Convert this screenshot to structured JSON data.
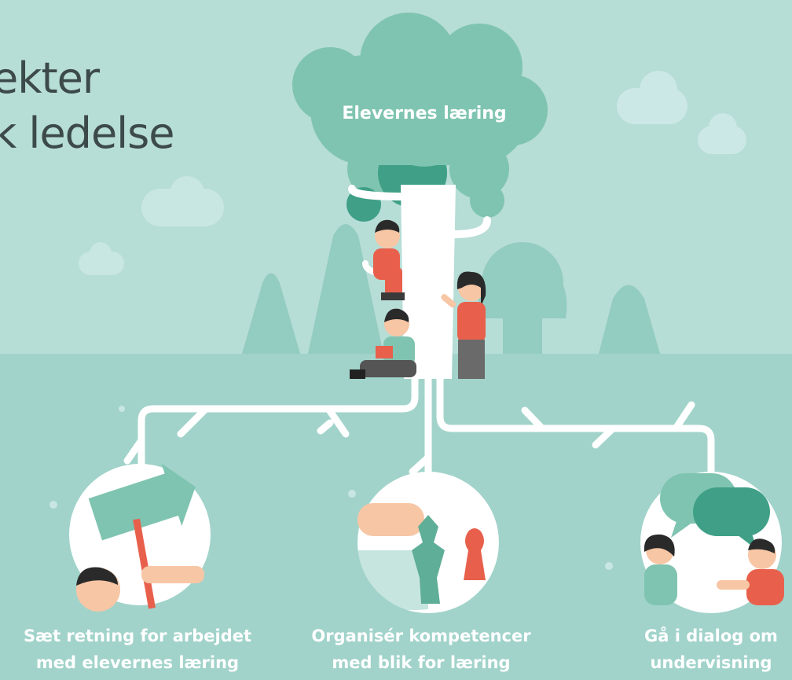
{
  "title": {
    "line1": "ekter",
    "line2": "k ledelse"
  },
  "tree": {
    "label": "Elevernes læring"
  },
  "branches": [
    {
      "line1": "Sæt retning for arbejdet",
      "line2": "med elevernes læring",
      "icon": "signpost-icon"
    },
    {
      "line1": "Organisér kompetencer",
      "line2": "med blik for læring",
      "icon": "chess-pieces-icon"
    },
    {
      "line1": "Gå i dialog om",
      "line2": "undervisning",
      "icon": "speech-bubbles-icon"
    }
  ],
  "colors": {
    "sky": "#b6ddd6",
    "ground": "#a1d3ca",
    "foliage": "#7fc4b0",
    "foliage_dark": "#3fa087",
    "trunk": "#ffffff",
    "kid_red": "#e8604c",
    "hair": "#2a2a2a"
  }
}
